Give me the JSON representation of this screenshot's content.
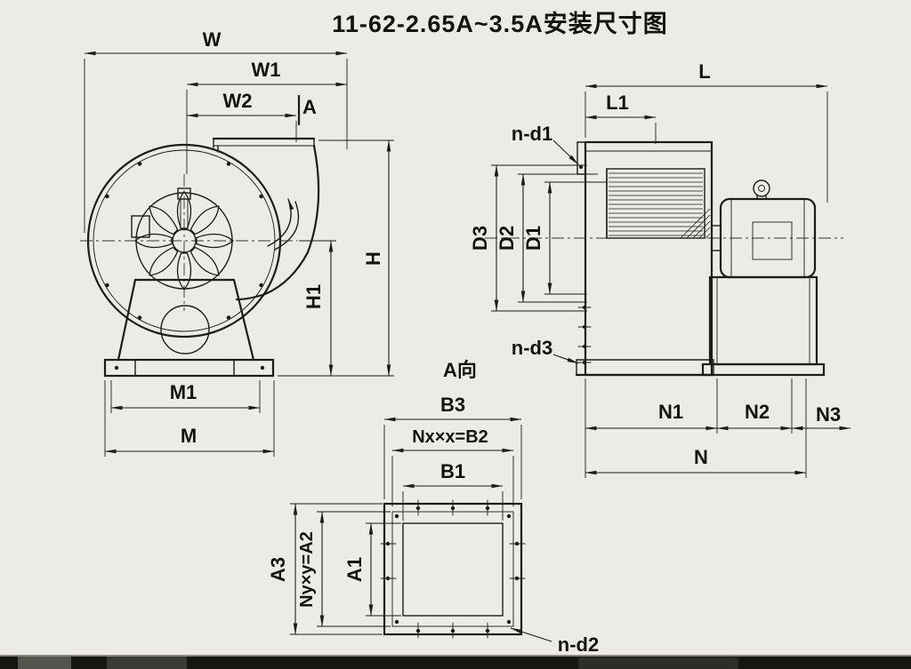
{
  "title": "11-62-2.65A~3.5A安装尺寸图",
  "front_view": {
    "dims": {
      "W": "W",
      "W1": "W1",
      "W2": "W2",
      "A": "A",
      "H": "H",
      "H1": "H1",
      "M1": "M1",
      "M": "M"
    }
  },
  "side_view": {
    "dims": {
      "L": "L",
      "L1": "L1",
      "n_d1": "n-d1",
      "D3": "D3",
      "D2": "D2",
      "D1": "D1",
      "n_d3": "n-d3",
      "N1": "N1",
      "N2": "N2",
      "N3": "N3",
      "N": "N"
    }
  },
  "outlet_view": {
    "view_label": "A向",
    "dims": {
      "B3": "B3",
      "B2": "Nx×x=B2",
      "B1": "B1",
      "A3": "A3",
      "A2": "Ny×y=A2",
      "A1": "A1",
      "n_d2": "n-d2"
    }
  }
}
